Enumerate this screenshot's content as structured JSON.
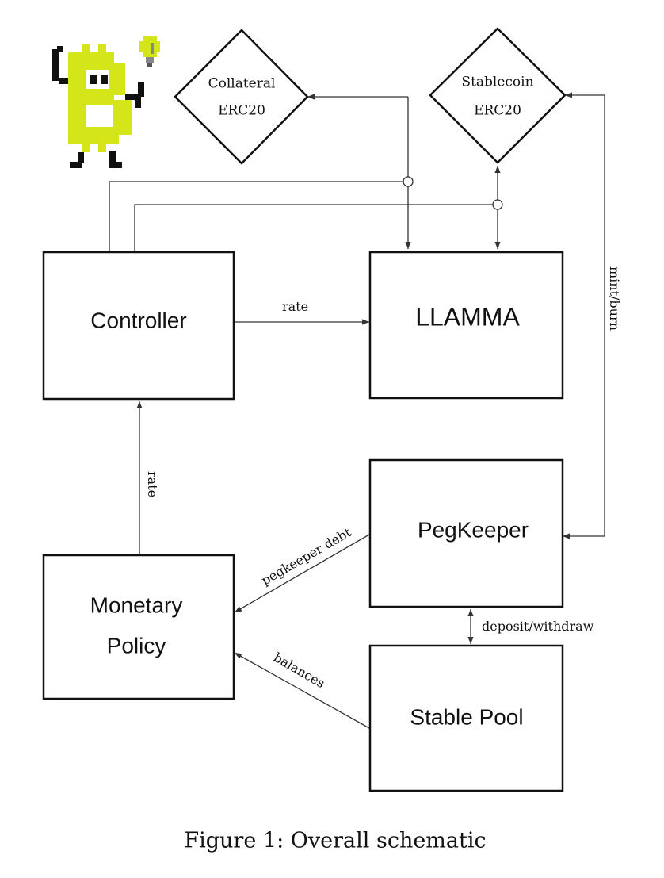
{
  "diagram": {
    "nodes": {
      "collateral": {
        "line1": "Collateral",
        "line2": "ERC20"
      },
      "stablecoin": {
        "line1": "Stablecoin",
        "line2": "ERC20"
      },
      "controller": {
        "label": "Controller"
      },
      "llamma": {
        "label": "LLAMMA"
      },
      "pegkeeper": {
        "label": "PegKeeper"
      },
      "monetary_policy": {
        "line1": "Monetary",
        "line2": "Policy"
      },
      "stable_pool": {
        "label": "Stable Pool"
      }
    },
    "edges": {
      "controller_to_llamma": "rate",
      "policy_to_controller": "rate",
      "stablecoin_to_pegkeeper": "mint/burn",
      "pegkeeper_to_policy": "pegkeeper debt",
      "pool_to_policy": "balances",
      "pegkeeper_pool": "deposit/withdraw"
    },
    "caption": "Figure 1: Overall schematic"
  },
  "logo": {
    "icon": "bitcoin-mascot-icon",
    "color": "#d4e619"
  }
}
